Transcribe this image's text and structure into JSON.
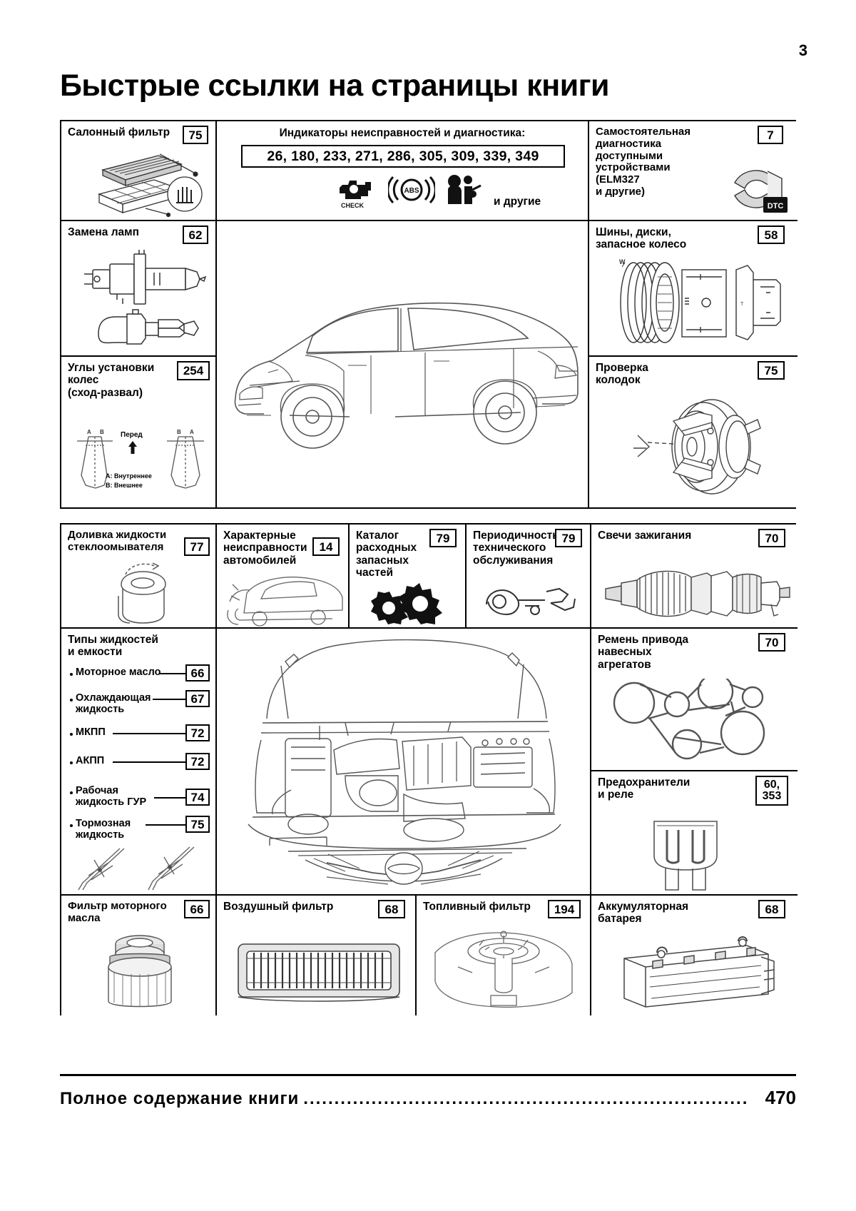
{
  "page": {
    "number": "3",
    "title": "Быстрые ссылки на страницы книги"
  },
  "cells": {
    "cabin_filter": {
      "label": "Салонный фильтр",
      "page": "75",
      "icon": "cabin-air-filter-icon"
    },
    "diagnostics": {
      "label": "Индикаторы неисправностей и диагностика:",
      "pages": "26, 180, 233, 271, 286, 305, 309, 339, 349",
      "and_others": "и другие",
      "icons": [
        "check-engine-icon",
        "abs-icon",
        "srs-airbag-icon"
      ]
    },
    "self_diag": {
      "label": "Самостоятельная\nдиагностика\nдоступными\nустройствами\n(ELM327\nи другие)",
      "page": "7",
      "icon": "dtc-scanner-icon"
    },
    "bulbs": {
      "label": "Замена ламп",
      "page": "62",
      "icon": "headlight-bulb-icon"
    },
    "tires": {
      "label": "Шины, диски,\nзапасное колесо",
      "page": "58",
      "icon": "tire-wheel-icon"
    },
    "alignment": {
      "label": "Углы установки\nколес\n(сход-развал)",
      "page": "254",
      "icon": "wheel-alignment-icon",
      "diagram": {
        "front_label": "Перед",
        "left_marks": [
          "A",
          "B"
        ],
        "right_marks": [
          "B",
          "A"
        ],
        "legend": [
          "A: Внутреннее",
          "B: Внешнее"
        ]
      }
    },
    "pads": {
      "label": "Проверка\nколодок",
      "page": "75",
      "icon": "brake-disc-icon"
    },
    "car": {
      "icon": "sedan-side-view-icon"
    },
    "washer_fluid": {
      "label": "Доливка жидкости\nстеклоомывателя",
      "page": "77",
      "icon": "washer-reservoir-icon"
    },
    "typical_faults": {
      "label": "Характерные\nнеисправности\nавтомобилей",
      "page": "14",
      "icon": "car-fault-icon"
    },
    "parts_catalog": {
      "label": "Каталог\nрасходных\nзапасных\nчастей",
      "page": "79",
      "icon": "gears-icon"
    },
    "service_intervals": {
      "label": "Периодичность\nтехнического\nобслуживания",
      "page": "79",
      "icon": "wrench-icon"
    },
    "spark_plugs": {
      "label": "Свечи зажигания",
      "page": "70",
      "icon": "spark-plug-icon"
    },
    "fluids": {
      "label": "Типы жидкостей\nи емкости",
      "items": [
        {
          "name": "Моторное масло",
          "page": "66"
        },
        {
          "name": "Охлаждающая\nжидкость",
          "page": "67"
        },
        {
          "name": "МКПП",
          "page": "72"
        },
        {
          "name": "АКПП",
          "page": "72"
        },
        {
          "name": "Рабочая\nжидкость ГУР",
          "page": "74"
        },
        {
          "name": "Тормозная\nжидкость",
          "page": "75"
        }
      ],
      "icon": "wiper-blade-icon"
    },
    "engine_bay": {
      "icon": "engine-bay-icon"
    },
    "drive_belt": {
      "label": "Ремень привода\nнавесных\nагрегатов",
      "page": "70",
      "icon": "belt-routing-icon"
    },
    "fuses": {
      "label": "Предохранители\nи реле",
      "page": "60,\n353",
      "icon": "fuse-icon"
    },
    "oil_filter": {
      "label": "Фильтр моторного\nмасла",
      "page": "66",
      "icon": "oil-filter-icon"
    },
    "air_filter": {
      "label": "Воздушный фильтр",
      "page": "68",
      "icon": "air-filter-icon"
    },
    "fuel_filter": {
      "label": "Топливный фильтр",
      "page": "194",
      "icon": "fuel-pump-icon"
    },
    "battery": {
      "label": "Аккумуляторная\nбатарея",
      "page": "68",
      "icon": "battery-icon"
    }
  },
  "footer": {
    "text": "Полное содержание книги",
    "dots": "........................................................................",
    "page": "470"
  }
}
